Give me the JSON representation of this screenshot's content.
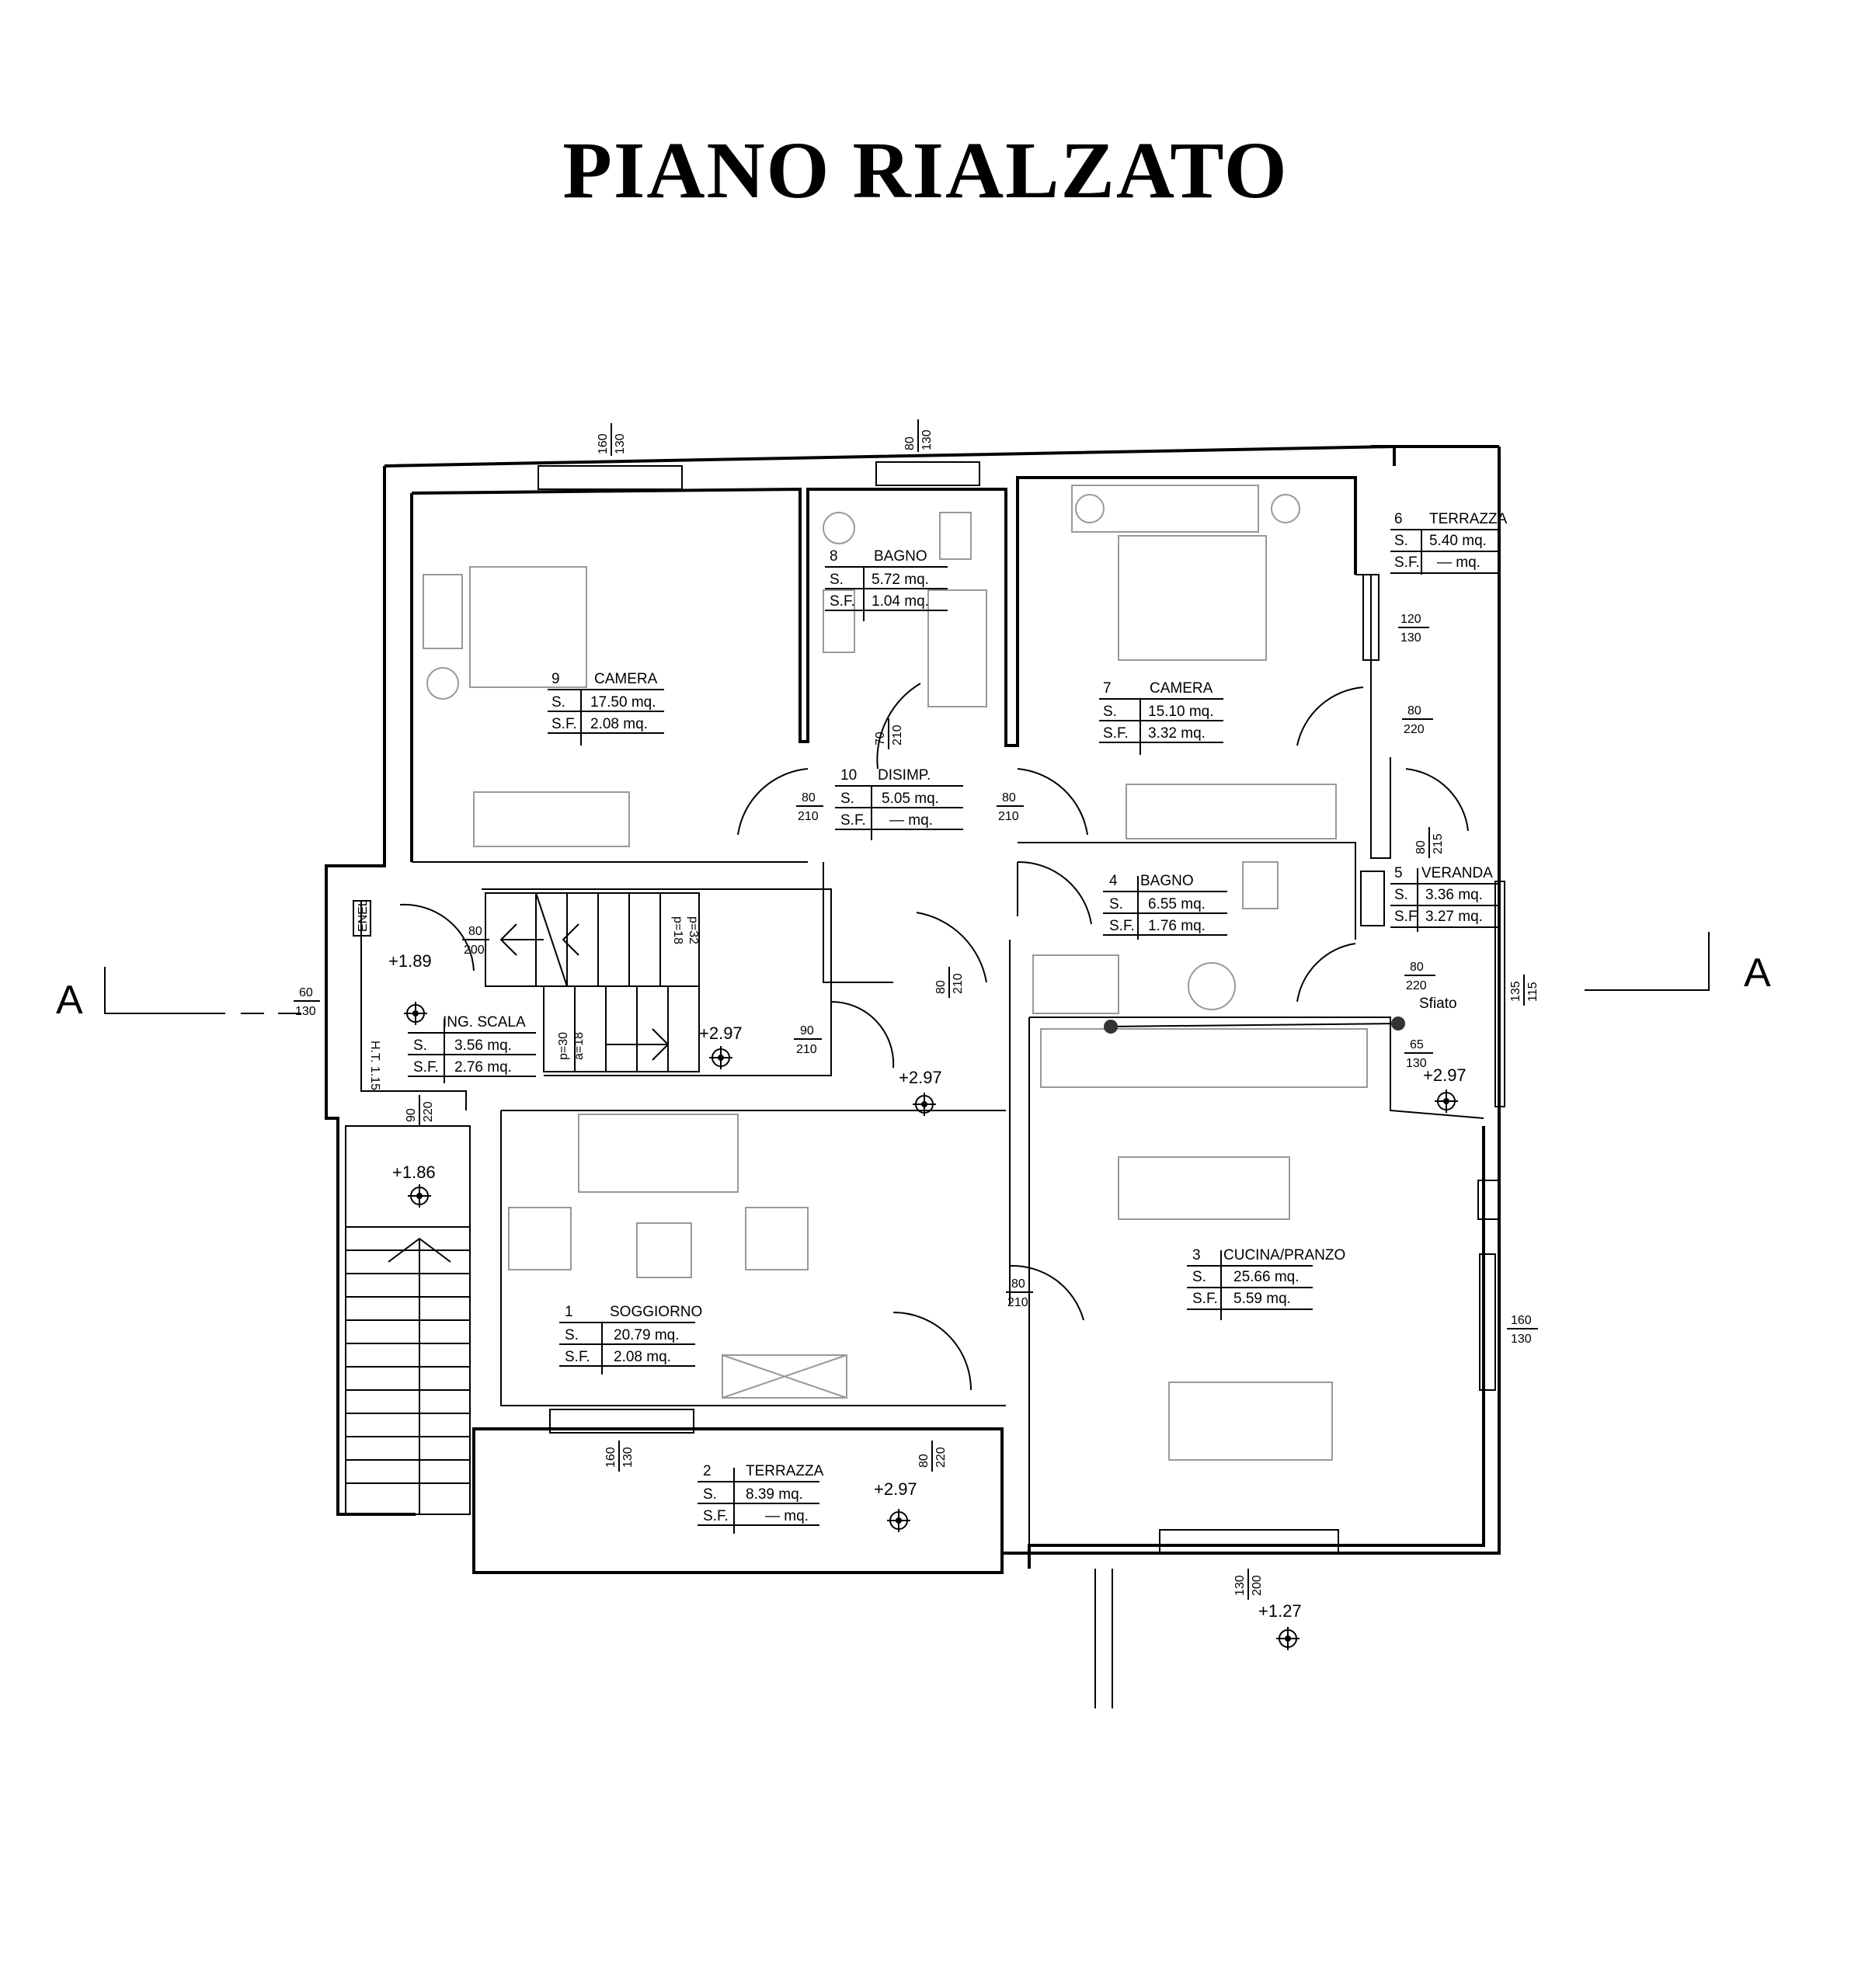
{
  "title": "PIANO RIALZATO",
  "section": {
    "left": "A",
    "right": "A"
  },
  "rooms": [
    {
      "id": "room-9",
      "number": "9",
      "name": "CAMERA",
      "s_key": "S.",
      "s": "17.50 mq.",
      "sf_key": "S.F.",
      "sf": "2.08 mq."
    },
    {
      "id": "room-8",
      "number": "8",
      "name": "BAGNO",
      "s_key": "S.",
      "s": "5.72 mq.",
      "sf_key": "S.F.",
      "sf": "1.04 mq."
    },
    {
      "id": "room-7",
      "number": "7",
      "name": "CAMERA",
      "s_key": "S.",
      "s": "15.10 mq.",
      "sf_key": "S.F.",
      "sf": "3.32 mq."
    },
    {
      "id": "room-6",
      "number": "6",
      "name": "TERRAZZA",
      "s_key": "S.",
      "s": "5.40 mq.",
      "sf_key": "S.F.",
      "sf": "— mq."
    },
    {
      "id": "room-10",
      "number": "10",
      "name": "DISIMP.",
      "s_key": "S.",
      "s": "5.05 mq.",
      "sf_key": "S.F.",
      "sf": "— mq."
    },
    {
      "id": "room-4",
      "number": "4",
      "name": "BAGNO",
      "s_key": "S.",
      "s": "6.55 mq.",
      "sf_key": "S.F.",
      "sf": "1.76 mq."
    },
    {
      "id": "room-5",
      "number": "5",
      "name": "VERANDA",
      "s_key": "S.",
      "s": "3.36 mq.",
      "sf_key": "S.F.",
      "sf": "3.27 mq."
    },
    {
      "id": "room-ing",
      "number": "",
      "name": "ING. SCALA",
      "s_key": "S.",
      "s": "3.56 mq.",
      "sf_key": "S.F.",
      "sf": "2.76 mq."
    },
    {
      "id": "room-1",
      "number": "1",
      "name": "SOGGIORNO",
      "s_key": "S.",
      "s": "20.79 mq.",
      "sf_key": "S.F.",
      "sf": "2.08 mq."
    },
    {
      "id": "room-3",
      "number": "3",
      "name": "CUCINA/PRANZO",
      "s_key": "S.",
      "s": "25.66 mq.",
      "sf_key": "S.F.",
      "sf": "5.59 mq."
    },
    {
      "id": "room-2",
      "number": "2",
      "name": "TERRAZZA",
      "s_key": "S.",
      "s": "8.39 mq.",
      "sf_key": "S.F.",
      "sf": "— mq."
    }
  ],
  "levels": [
    "+1.89",
    "+2.97",
    "+2.97",
    "+2.97",
    "+1.86",
    "+2.97",
    "+1.27"
  ],
  "openings": [
    {
      "top": "160",
      "bottom": "130"
    },
    {
      "top": "80",
      "bottom": "130"
    },
    {
      "top": "120",
      "bottom": "130"
    },
    {
      "top": "80",
      "bottom": "220"
    },
    {
      "top": "70",
      "bottom": "210"
    },
    {
      "top": "80",
      "bottom": "210"
    },
    {
      "top": "80",
      "bottom": "210"
    },
    {
      "top": "80",
      "bottom": "215"
    },
    {
      "top": "80",
      "bottom": "200"
    },
    {
      "top": "80",
      "bottom": "210"
    },
    {
      "top": "80",
      "bottom": "220"
    },
    {
      "top": "135",
      "bottom": "115"
    },
    {
      "top": "60",
      "bottom": "130"
    },
    {
      "top": "90",
      "bottom": "210"
    },
    {
      "top": "65",
      "bottom": "130"
    },
    {
      "top": "90",
      "bottom": "220"
    },
    {
      "top": "80",
      "bottom": "210"
    },
    {
      "top": "160",
      "bottom": "130"
    },
    {
      "top": "160",
      "bottom": "130"
    },
    {
      "top": "80",
      "bottom": "220"
    },
    {
      "top": "130",
      "bottom": "200"
    }
  ],
  "stair_labels": [
    "p=18",
    "p=32",
    "p=30",
    "a=18"
  ],
  "notes": {
    "enel": "ENEL",
    "ht": "H.T. 1.15",
    "sfiato": "Sfiato"
  }
}
